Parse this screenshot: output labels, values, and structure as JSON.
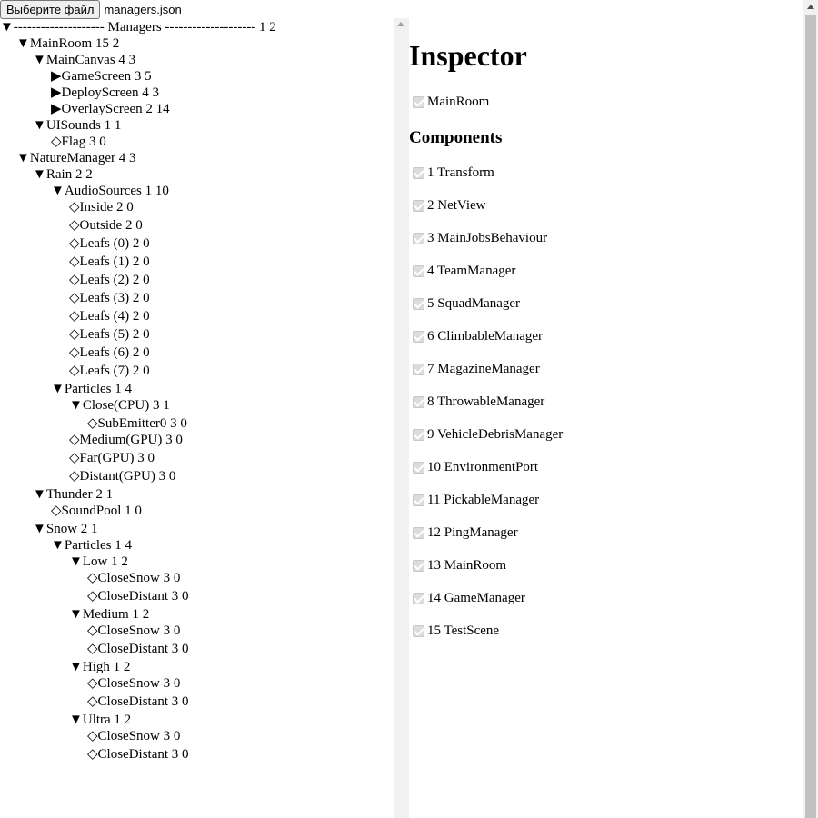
{
  "file_input": {
    "button_label": "Выберите файл",
    "file_name": "managers.json"
  },
  "tree": [
    {
      "toggle": "▼",
      "label": "-------------------- Managers -------------------- 1 2"
    },
    {
      "toggle": "▼",
      "label": "MainRoom 15 2"
    },
    {
      "toggle": "▼",
      "label": "MainCanvas 4 3"
    },
    {
      "toggle": "▶",
      "label": "GameScreen 3 5"
    },
    {
      "toggle": "▶",
      "label": "DeployScreen 4 3"
    },
    {
      "toggle": "▶",
      "label": "OverlayScreen 2 14"
    },
    {
      "toggle": "▼",
      "label": "UISounds 1 1"
    },
    {
      "toggle": "◇",
      "label": "Flag 3 0"
    },
    {
      "toggle": "▼",
      "label": "NatureManager 4 3"
    },
    {
      "toggle": "▼",
      "label": "Rain 2 2"
    },
    {
      "toggle": "▼",
      "label": "AudioSources 1 10"
    },
    {
      "toggle": "◇",
      "label": "Inside 2 0"
    },
    {
      "toggle": "◇",
      "label": "Outside 2 0"
    },
    {
      "toggle": "◇",
      "label": "Leafs (0) 2 0"
    },
    {
      "toggle": "◇",
      "label": "Leafs (1) 2 0"
    },
    {
      "toggle": "◇",
      "label": "Leafs (2) 2 0"
    },
    {
      "toggle": "◇",
      "label": "Leafs (3) 2 0"
    },
    {
      "toggle": "◇",
      "label": "Leafs (4) 2 0"
    },
    {
      "toggle": "◇",
      "label": "Leafs (5) 2 0"
    },
    {
      "toggle": "◇",
      "label": "Leafs (6) 2 0"
    },
    {
      "toggle": "◇",
      "label": "Leafs (7) 2 0"
    },
    {
      "toggle": "▼",
      "label": "Particles 1 4"
    },
    {
      "toggle": "▼",
      "label": "Close(CPU) 3 1"
    },
    {
      "toggle": "◇",
      "label": "SubEmitter0 3 0"
    },
    {
      "toggle": "◇",
      "label": "Medium(GPU) 3 0"
    },
    {
      "toggle": "◇",
      "label": "Far(GPU) 3 0"
    },
    {
      "toggle": "◇",
      "label": "Distant(GPU) 3 0"
    },
    {
      "toggle": "▼",
      "label": "Thunder 2 1"
    },
    {
      "toggle": "◇",
      "label": "SoundPool 1 0"
    },
    {
      "toggle": "▼",
      "label": "Snow 2 1"
    },
    {
      "toggle": "▼",
      "label": "Particles 1 4"
    },
    {
      "toggle": "▼",
      "label": "Low 1 2"
    },
    {
      "toggle": "◇",
      "label": "CloseSnow 3 0"
    },
    {
      "toggle": "◇",
      "label": "CloseDistant 3 0"
    },
    {
      "toggle": "▼",
      "label": "Medium 1 2"
    },
    {
      "toggle": "◇",
      "label": "CloseSnow 3 0"
    },
    {
      "toggle": "◇",
      "label": "CloseDistant 3 0"
    },
    {
      "toggle": "▼",
      "label": "High 1 2"
    },
    {
      "toggle": "◇",
      "label": "CloseSnow 3 0"
    },
    {
      "toggle": "◇",
      "label": "CloseDistant 3 0"
    },
    {
      "toggle": "▼",
      "label": "Ultra 1 2"
    },
    {
      "toggle": "◇",
      "label": "CloseSnow 3 0"
    },
    {
      "toggle": "◇",
      "label": "CloseDistant 3 0"
    }
  ],
  "inspector": {
    "title": "Inspector",
    "object_name": "MainRoom",
    "object_enabled": true,
    "components_title": "Components",
    "components": [
      "1 Transform",
      "2 NetView",
      "3 MainJobsBehaviour",
      "4 TeamManager",
      "5 SquadManager",
      "6 ClimbableManager",
      "7 MagazineManager",
      "8 ThrowableManager",
      "9 VehicleDebrisManager",
      "10 EnvironmentPort",
      "11 PickableManager",
      "12 PingManager",
      "13 MainRoom",
      "14 GameManager",
      "15 TestScene"
    ]
  }
}
